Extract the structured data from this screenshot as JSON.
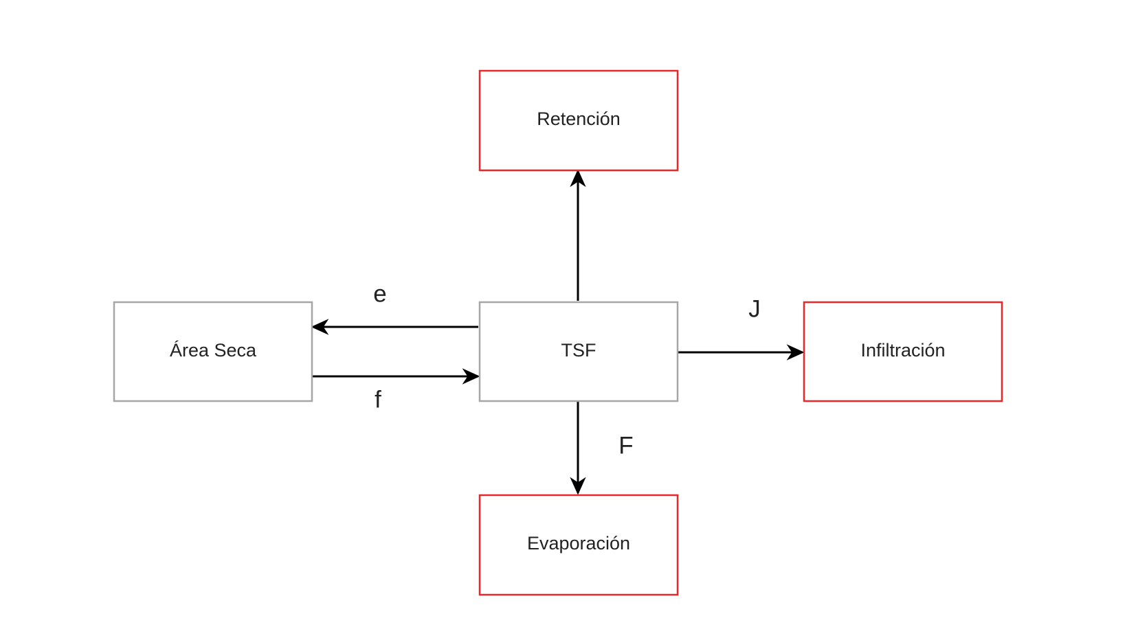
{
  "diagram": {
    "nodes": {
      "retencion": {
        "label": "Retención",
        "border_color": "#e8282b"
      },
      "area_seca": {
        "label": "Área Seca",
        "border_color": "#a6a6a6"
      },
      "tsf": {
        "label": "TSF",
        "border_color": "#a6a6a6"
      },
      "infiltracion": {
        "label": "Infiltración",
        "border_color": "#e8282b"
      },
      "evaporacion": {
        "label": "Evaporación",
        "border_color": "#e8282b"
      }
    },
    "edges": {
      "tsf_to_retencion": {
        "from": "TSF",
        "to": "Retención",
        "label": ""
      },
      "tsf_to_area_seca": {
        "from": "TSF",
        "to": "Área Seca",
        "label": "e"
      },
      "area_seca_to_tsf": {
        "from": "Área Seca",
        "to": "TSF",
        "label": "f"
      },
      "tsf_to_infiltracion": {
        "from": "TSF",
        "to": "Infiltración",
        "label": "J"
      },
      "tsf_to_evaporacion": {
        "from": "TSF",
        "to": "Evaporación",
        "label": "F"
      }
    },
    "edge_color": "#000000"
  }
}
